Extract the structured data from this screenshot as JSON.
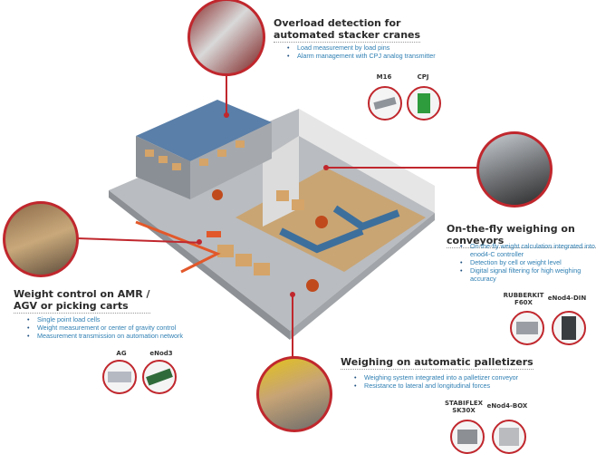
{
  "sections": {
    "stacker": {
      "title_line1": "Overload detection for",
      "title_line2": "automated stacker cranes",
      "bullets": [
        "Load measurement by load pins",
        "Alarm management with CPJ analog transmitter"
      ],
      "products": [
        "M16",
        "CPJ"
      ]
    },
    "conveyor": {
      "title": "On-the-fly weighing on conveyors",
      "bullets": [
        "On-the-fly weight calculation integrated into enod4-C controller",
        "Detection by cell or weight level",
        "Digital signal filtering for high weighing accuracy"
      ],
      "products": [
        {
          "l1": "RUBBERKIT",
          "l2": "F60X"
        },
        {
          "l1": "eNod4-DIN",
          "l2": ""
        }
      ]
    },
    "amr": {
      "title_line1": "Weight control on AMR /",
      "title_line2": "AGV or picking carts",
      "bullets": [
        "Single point load cells",
        "Weight measurement or center of gravity control",
        "Measurement transmission on automation network"
      ],
      "products": [
        "AG",
        "eNod3"
      ]
    },
    "palletizer": {
      "title": "Weighing on automatic palletizers",
      "bullets": [
        "Weighing system integrated into a palletizer conveyor",
        "Resistance to lateral and longitudinal forces"
      ],
      "products": [
        {
          "l1": "STABIFLEX",
          "l2": "SK30X"
        },
        {
          "l1": "eNod4-BOX",
          "l2": ""
        }
      ]
    }
  },
  "colors": {
    "accent": "#c0272d",
    "bullet_text": "#2f7fb3",
    "title": "#2b2b2b"
  }
}
